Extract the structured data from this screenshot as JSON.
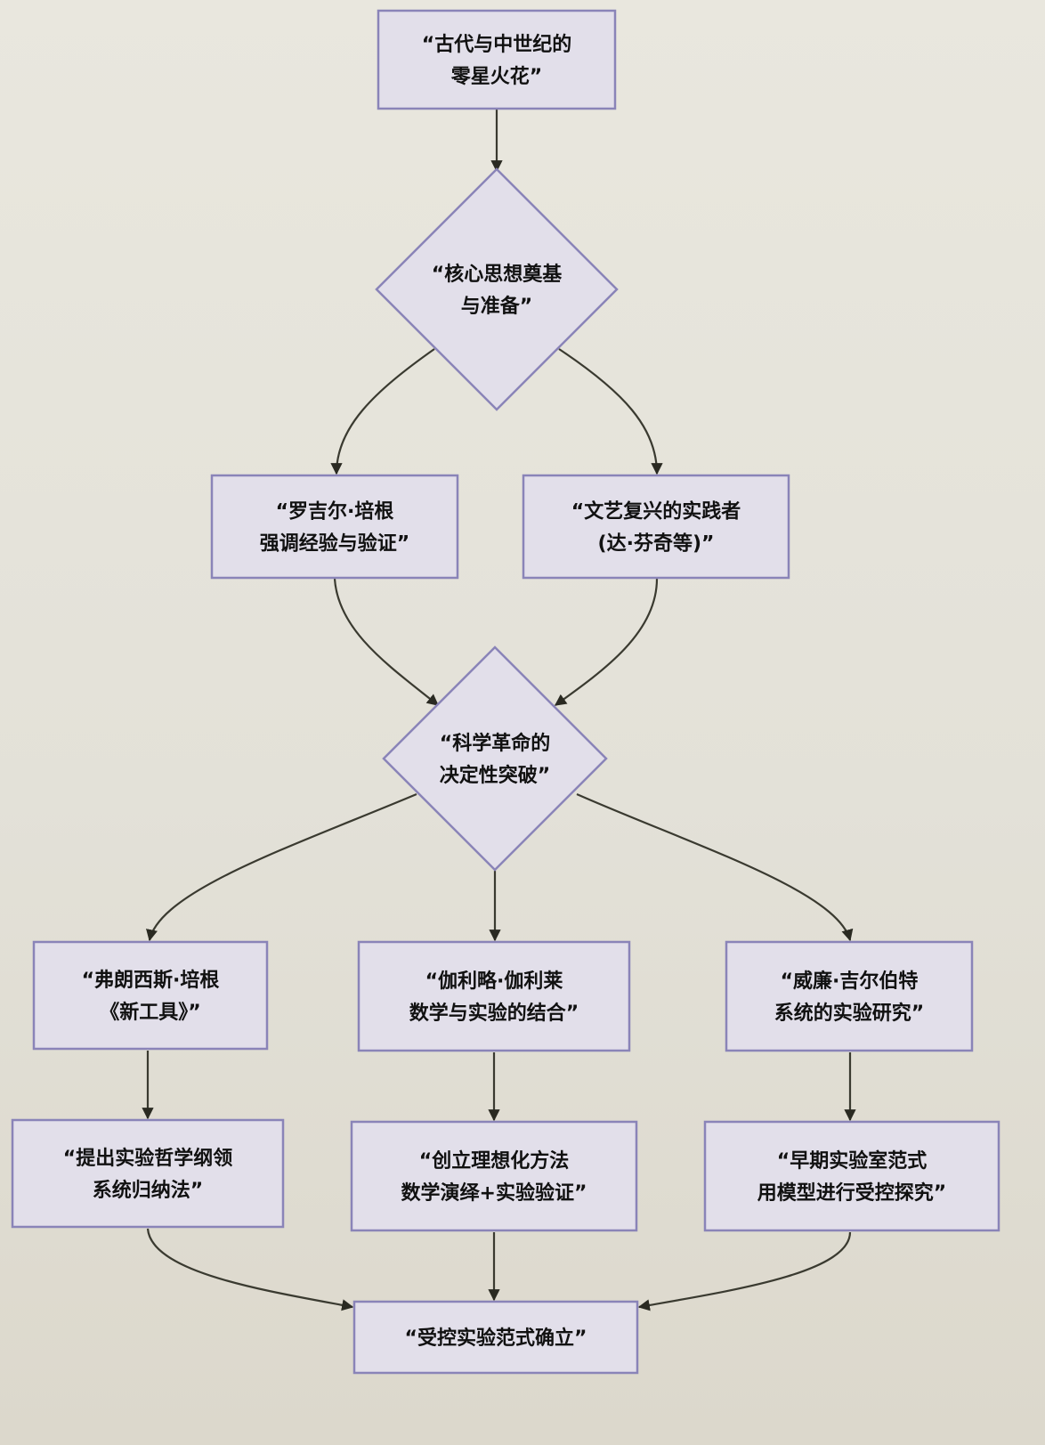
{
  "diagram": {
    "type": "flowchart",
    "direction": "top-down",
    "colors": {
      "node_fill": "#e2dfea",
      "node_border": "#8a84b8",
      "edge": "#3a3a30",
      "text": "#111111",
      "background": "#e6e4db"
    },
    "nodes": [
      {
        "id": "A",
        "shape": "rect",
        "lines": [
          "“古代与中世纪的",
          "零星火花”"
        ]
      },
      {
        "id": "B",
        "shape": "diamond",
        "lines": [
          "“核心思想奠基",
          "与准备”"
        ]
      },
      {
        "id": "C",
        "shape": "rect",
        "lines": [
          "“罗吉尔·培根",
          "强调经验与验证”"
        ]
      },
      {
        "id": "D",
        "shape": "rect",
        "lines": [
          "“文艺复兴的实践者",
          "(达·芬奇等)”"
        ]
      },
      {
        "id": "E",
        "shape": "diamond",
        "lines": [
          "“科学革命的",
          "决定性突破”"
        ]
      },
      {
        "id": "F",
        "shape": "rect",
        "lines": [
          "“弗朗西斯·培根",
          "《新工具》”"
        ]
      },
      {
        "id": "G",
        "shape": "rect",
        "lines": [
          "“伽利略·伽利莱",
          "数学与实验的结合”"
        ]
      },
      {
        "id": "H",
        "shape": "rect",
        "lines": [
          "“威廉·吉尔伯特",
          "系统的实验研究”"
        ]
      },
      {
        "id": "I",
        "shape": "rect",
        "lines": [
          "“提出实验哲学纲领",
          "系统归纳法”"
        ]
      },
      {
        "id": "J",
        "shape": "rect",
        "lines": [
          "“创立理想化方法",
          "数学演绎+实验验证”"
        ]
      },
      {
        "id": "K",
        "shape": "rect",
        "lines": [
          "“早期实验室范式",
          "用模型进行受控探究”"
        ]
      },
      {
        "id": "L",
        "shape": "rect",
        "lines": [
          "“受控实验范式确立”"
        ]
      }
    ],
    "edges": [
      {
        "from": "A",
        "to": "B"
      },
      {
        "from": "B",
        "to": "C"
      },
      {
        "from": "B",
        "to": "D"
      },
      {
        "from": "C",
        "to": "E"
      },
      {
        "from": "D",
        "to": "E"
      },
      {
        "from": "E",
        "to": "F"
      },
      {
        "from": "E",
        "to": "G"
      },
      {
        "from": "E",
        "to": "H"
      },
      {
        "from": "F",
        "to": "I"
      },
      {
        "from": "G",
        "to": "J"
      },
      {
        "from": "H",
        "to": "K"
      },
      {
        "from": "I",
        "to": "L"
      },
      {
        "from": "J",
        "to": "L"
      },
      {
        "from": "K",
        "to": "L"
      }
    ]
  }
}
